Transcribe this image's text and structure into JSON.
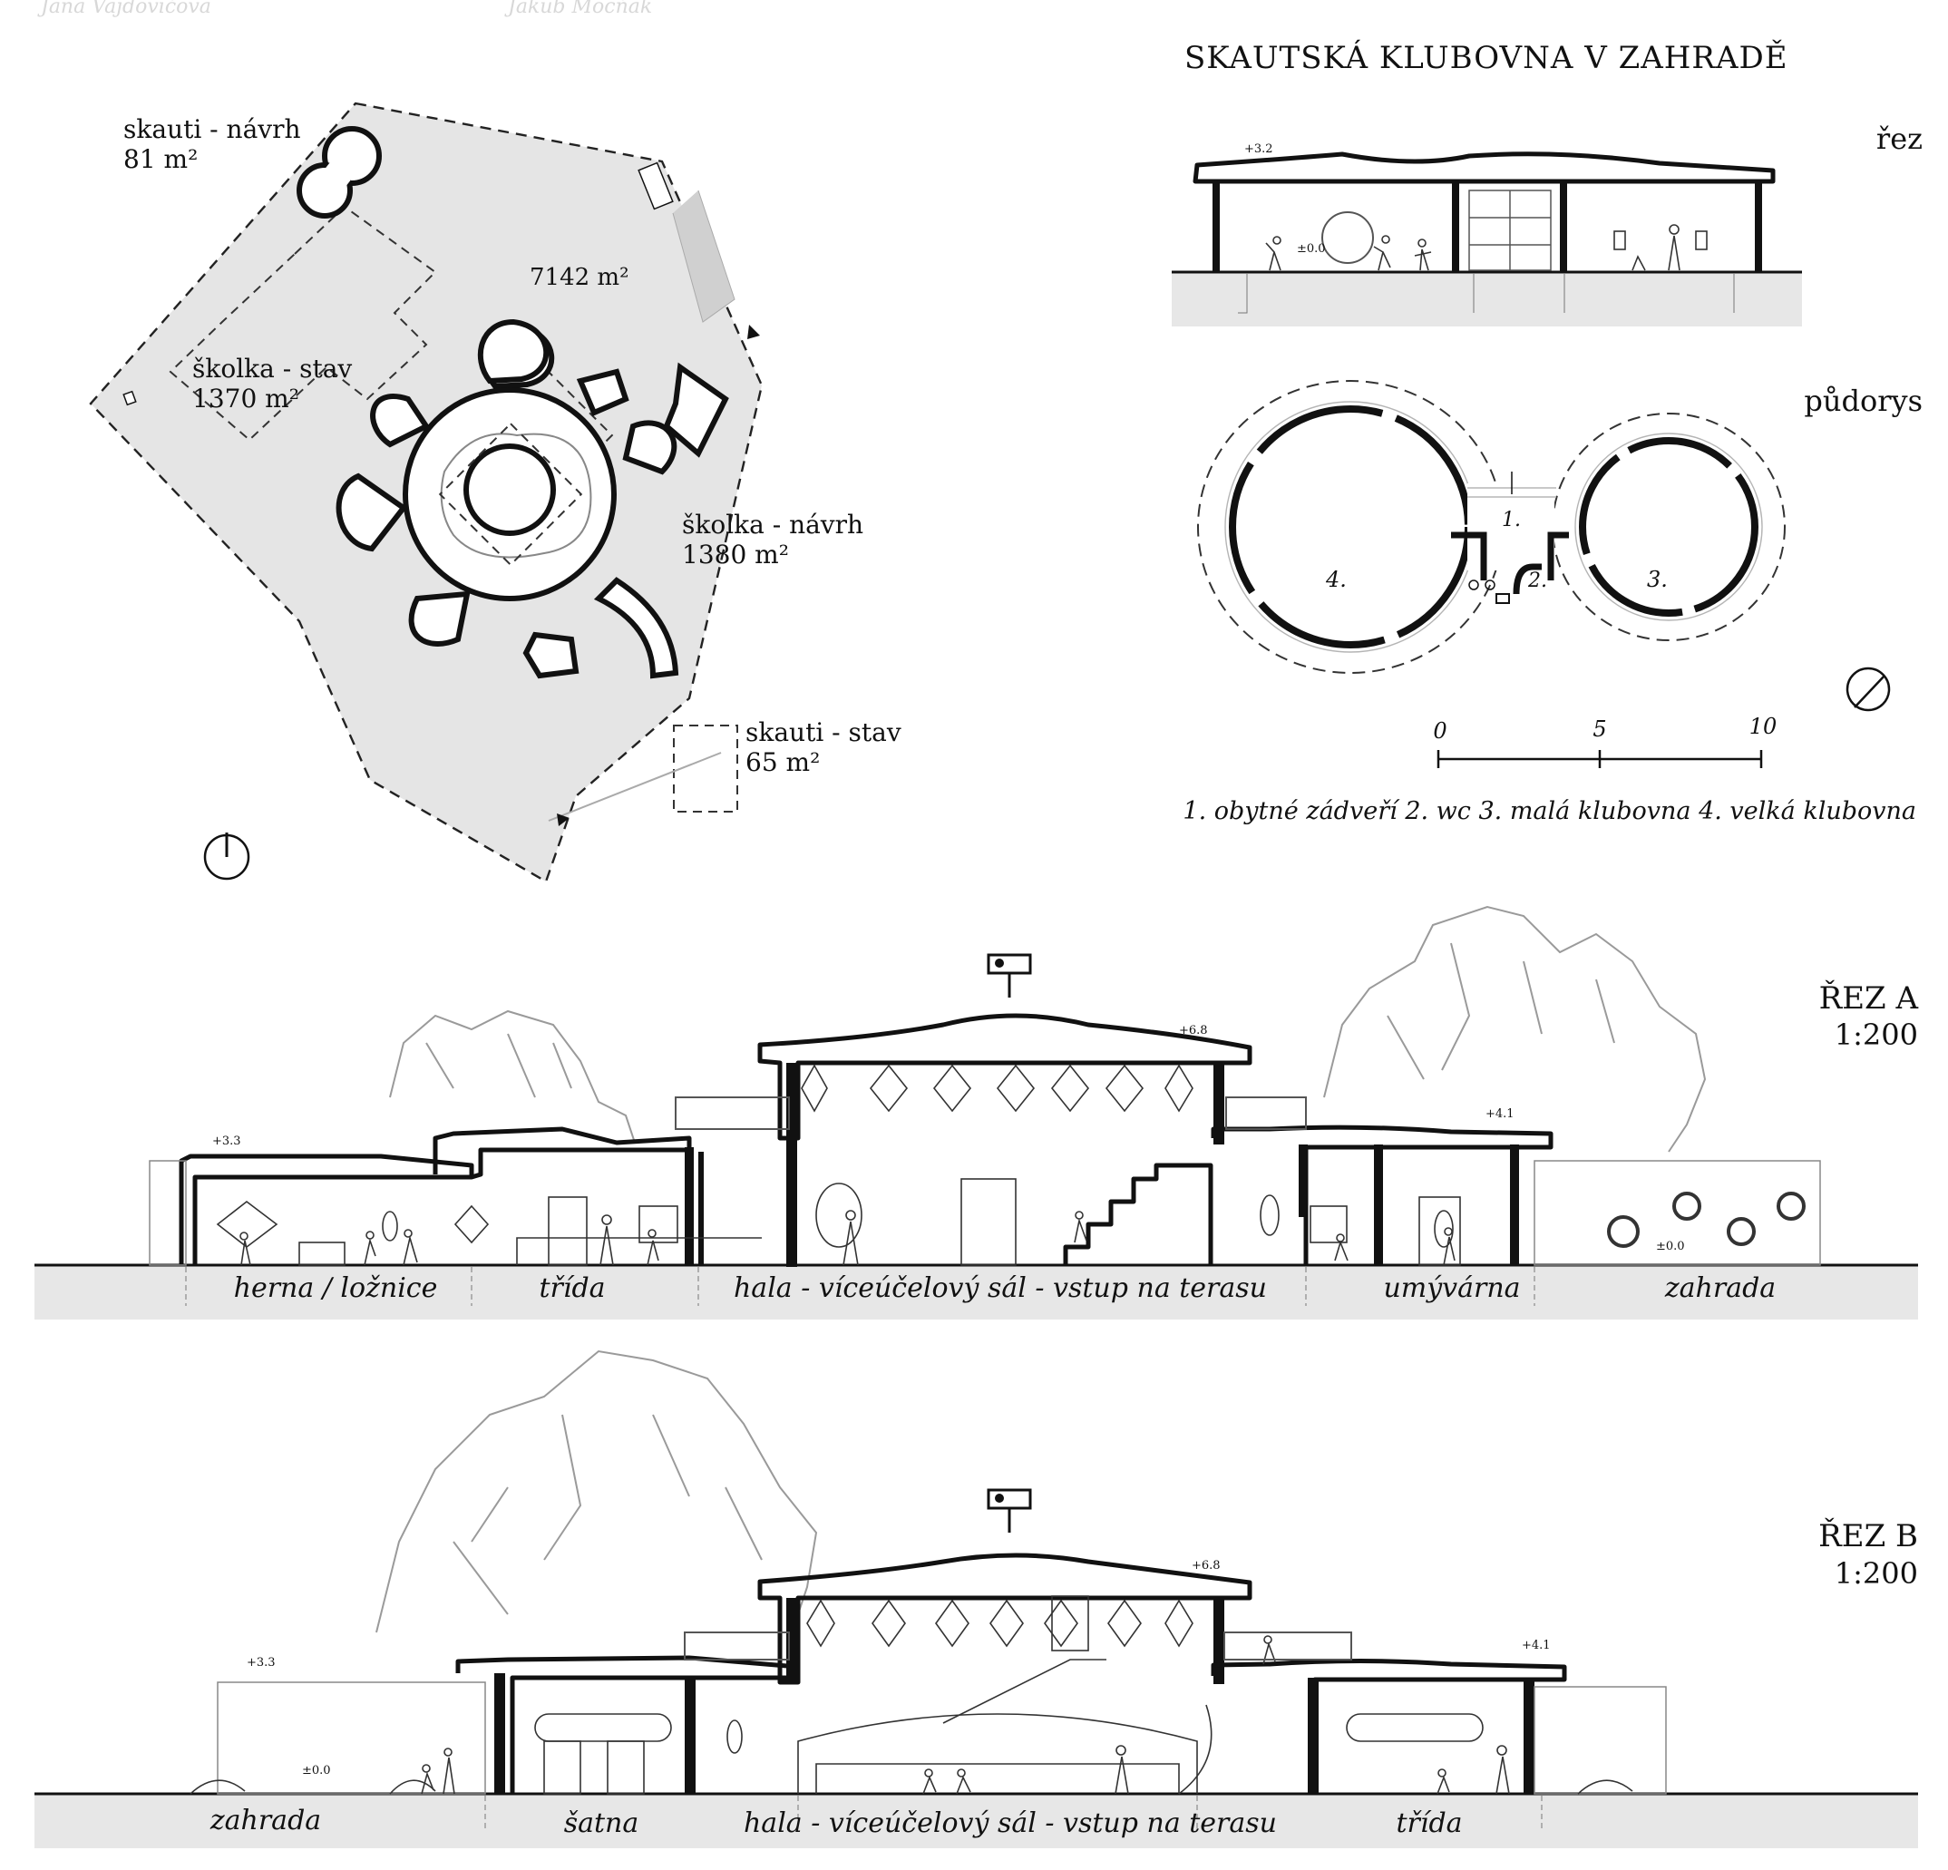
{
  "title": "SKAUTSKÁ KLUBOVNA  V ZAHRADĚ",
  "faded_header": {
    "left": "Jana Vajdovičová",
    "right": "Jakub Mocňák"
  },
  "site": {
    "total_area": "7142 m²",
    "zones": [
      {
        "name": "skauti - návrh",
        "area": "81 m²"
      },
      {
        "name": "školka - stav",
        "area": "1370 m²"
      },
      {
        "name": "školka - návrh",
        "area": "1380 m²"
      },
      {
        "name": "skauti - stav",
        "area": "65 m²"
      }
    ]
  },
  "klubovna": {
    "section_label": "řez",
    "section_level_top": "+3.2",
    "section_level_floor": "±0.0",
    "plan_label": "půdorys",
    "room_numbers": [
      "1.",
      "2.",
      "3.",
      "4."
    ],
    "scale_bar": [
      "0",
      "5",
      "10"
    ],
    "legend": "1. obytné zádveří  2. wc  3. malá klubovna  4. velká klubovna"
  },
  "section_a": {
    "title": "ŘEZ A",
    "scale": "1:200",
    "levels": [
      "+3.3",
      "+6.8",
      "+4.1",
      "±0.0"
    ],
    "rooms": [
      "herna / ložnice",
      "třída",
      "hala - víceúčelový sál - vstup na terasu",
      "umývárna",
      "zahrada"
    ]
  },
  "section_b": {
    "title": "ŘEZ B",
    "scale": "1:200",
    "levels": [
      "+3.3",
      "±0.0",
      "+6.8",
      "+4.1"
    ],
    "rooms": [
      "zahrada",
      "šatna",
      "hala - víceúčelový sál - vstup na terasu",
      "třída"
    ]
  }
}
